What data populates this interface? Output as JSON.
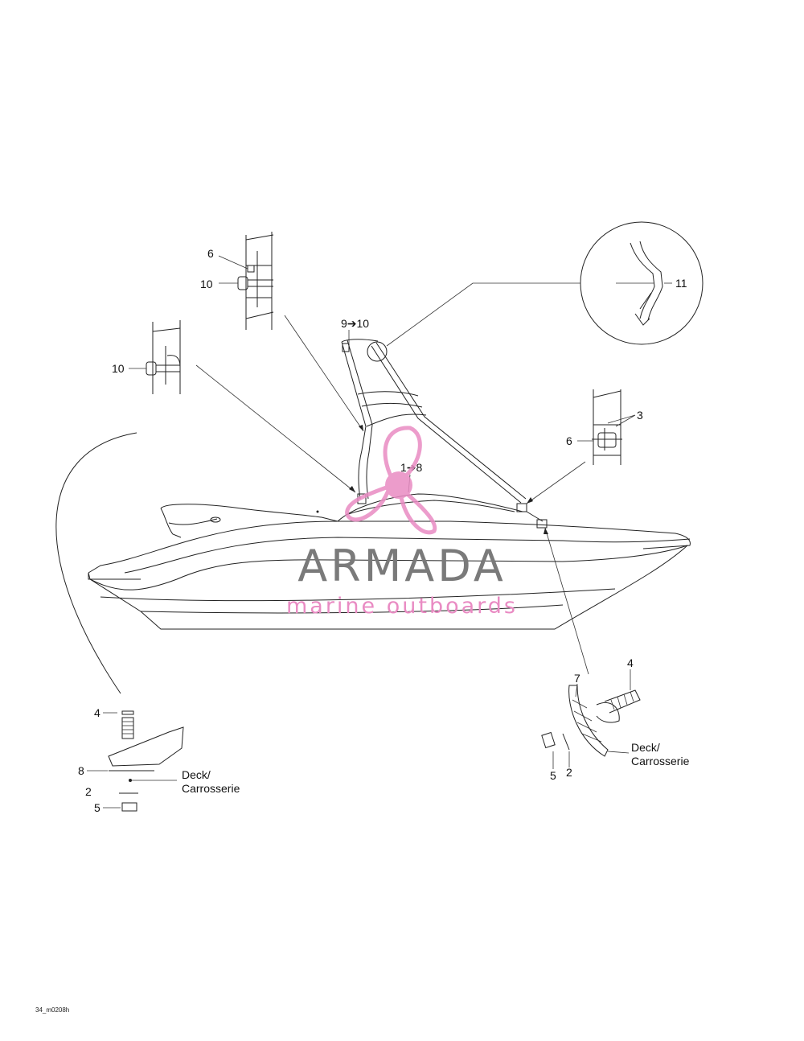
{
  "diagram": {
    "code": "34_m0208h",
    "deck_label_line1": "Deck/",
    "deck_label_line2": "Carrosserie",
    "callouts": {
      "c6_top": "6",
      "c10_top": "10",
      "c10_left": "10",
      "c9to10": "9➔10",
      "c11": "11",
      "c3": "3",
      "c6_right": "6",
      "c1to8": "1➔8",
      "c4_left": "4",
      "c8_left": "8",
      "c2_left": "2",
      "c5_left": "5",
      "c4_right": "4",
      "c7_right": "7",
      "c5_right": "5",
      "c2_right": "2"
    }
  },
  "watermark": {
    "brand": "ARMADA",
    "tagline": "marine outboards",
    "colors": {
      "pink": "#e98bc3",
      "gray": "#7a7a7a"
    }
  }
}
